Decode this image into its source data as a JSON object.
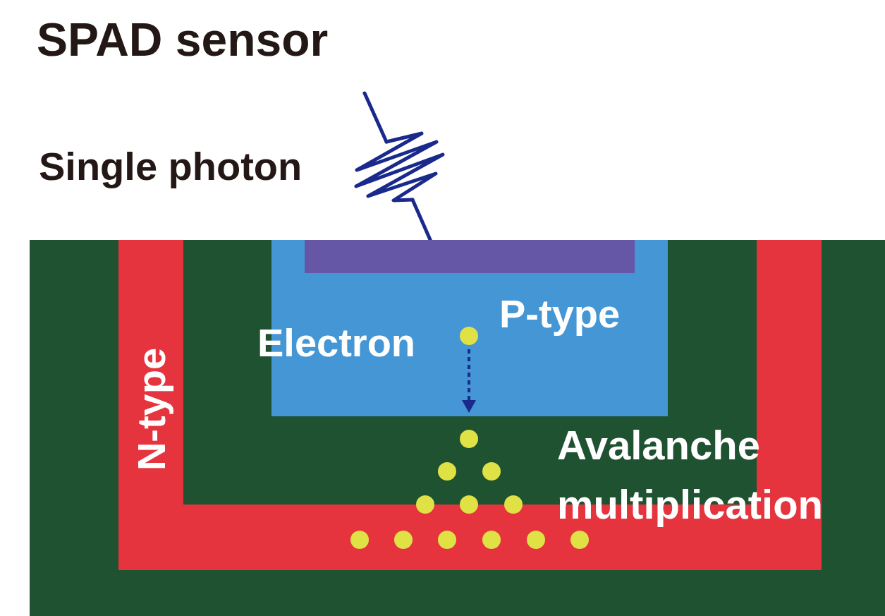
{
  "diagram": {
    "title": "SPAD sensor",
    "nodes": [
      {
        "text": [
          "P-type"
        ]
      },
      {
        "text": [
          "N-type"
        ]
      }
    ],
    "labels": [
      "Single photon",
      "Electron",
      "Avalanche multiplication"
    ]
  }
}
